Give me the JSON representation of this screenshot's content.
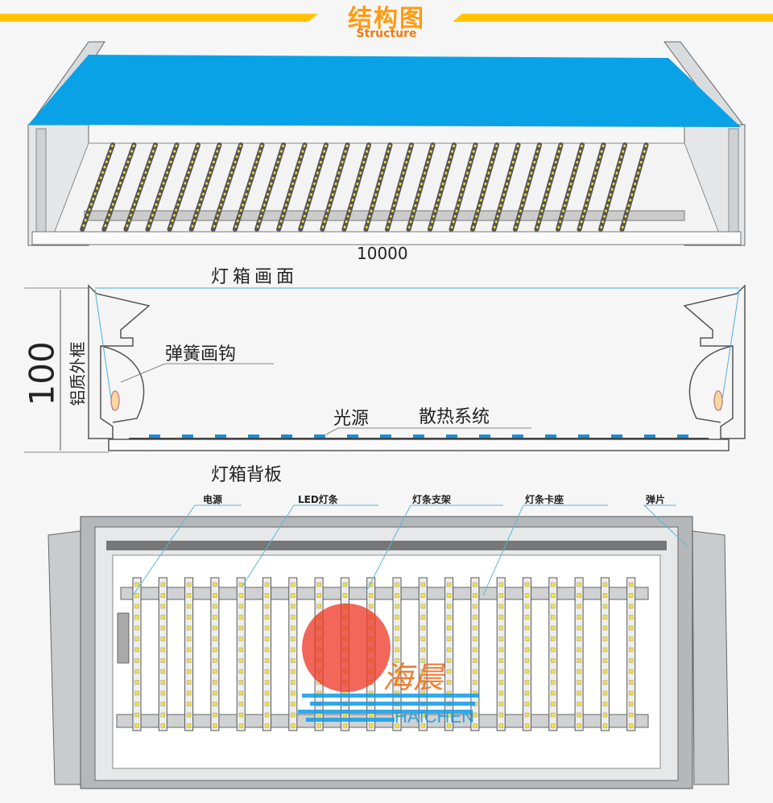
{
  "header": {
    "title": "结构图",
    "subtitle": "Structure"
  },
  "panel1": {
    "width_dimension": "10000",
    "caption": "灯箱画面"
  },
  "panel2": {
    "height_dimension": "100",
    "frame_label": "铝质外框",
    "spring_hook_label": "弹簧画钩",
    "light_source_label": "光源",
    "heat_sink_label": "散热系统",
    "caption": "灯箱背板"
  },
  "panel3": {
    "callouts": [
      "电源",
      "LED灯条",
      "灯条支架",
      "灯条卡座",
      "弹片"
    ],
    "watermark": {
      "brand_cn": "海晨",
      "brand_en": "HAICHEN"
    }
  },
  "colors": {
    "accent": "#ff9a10",
    "banner": "#ffc400",
    "fabric": "#0aa2e6",
    "leader": "#5bb8d6",
    "led": "#f2e23a"
  }
}
